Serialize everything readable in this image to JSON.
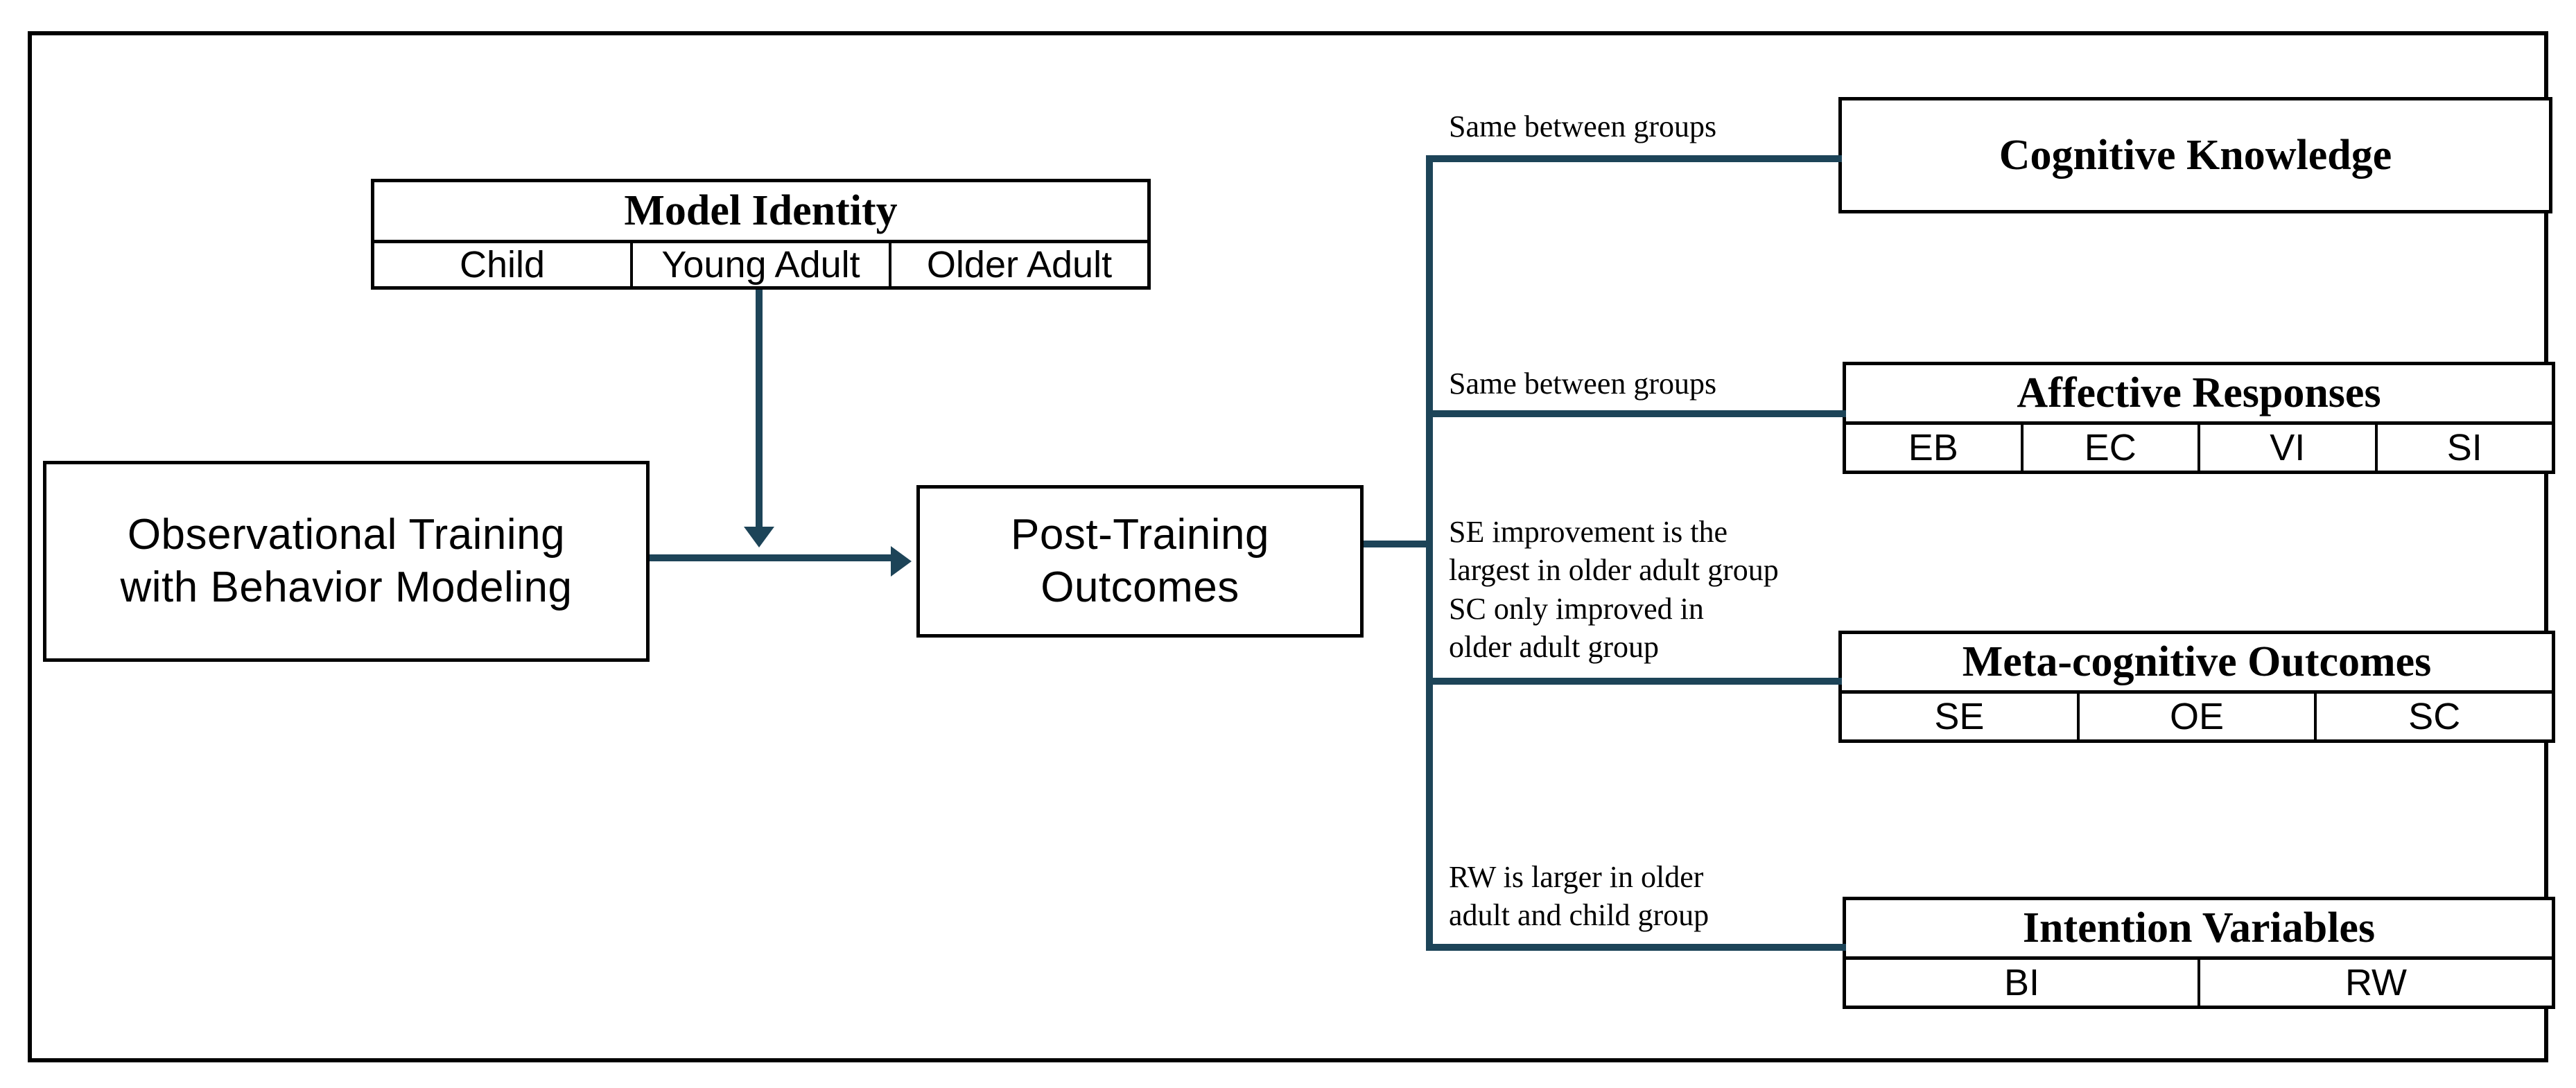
{
  "diagram": {
    "title": "Observational Training with Behavior Modeling outcome framework",
    "accent_color": "#1d4458",
    "border_color": "#000000",
    "background_color": "#ffffff"
  },
  "nodes": {
    "model_identity": {
      "title": "Model Identity",
      "cells": [
        "Child",
        "Young Adult",
        "Older Adult"
      ]
    },
    "training": {
      "label": "Observational Training\nwith Behavior Modeling"
    },
    "outcomes": {
      "label": "Post-Training\nOutcomes"
    },
    "cognitive_knowledge": {
      "title": "Cognitive Knowledge",
      "cells": []
    },
    "affective_responses": {
      "title": "Affective Responses",
      "cells": [
        "EB",
        "EC",
        "VI",
        "SI"
      ]
    },
    "meta_cognitive": {
      "title": "Meta-cognitive Outcomes",
      "cells": [
        "SE",
        "OE",
        "SC"
      ]
    },
    "intention_variables": {
      "title": "Intention Variables",
      "cells": [
        "BI",
        "RW"
      ]
    }
  },
  "annotations": {
    "cognitive": "Same between groups",
    "affective": "Same between groups",
    "meta_cognitive": "SE improvement is the\nlargest in older adult group\nSC only improved in\nolder adult group",
    "intention": "RW is larger in older\nadult and child group"
  }
}
